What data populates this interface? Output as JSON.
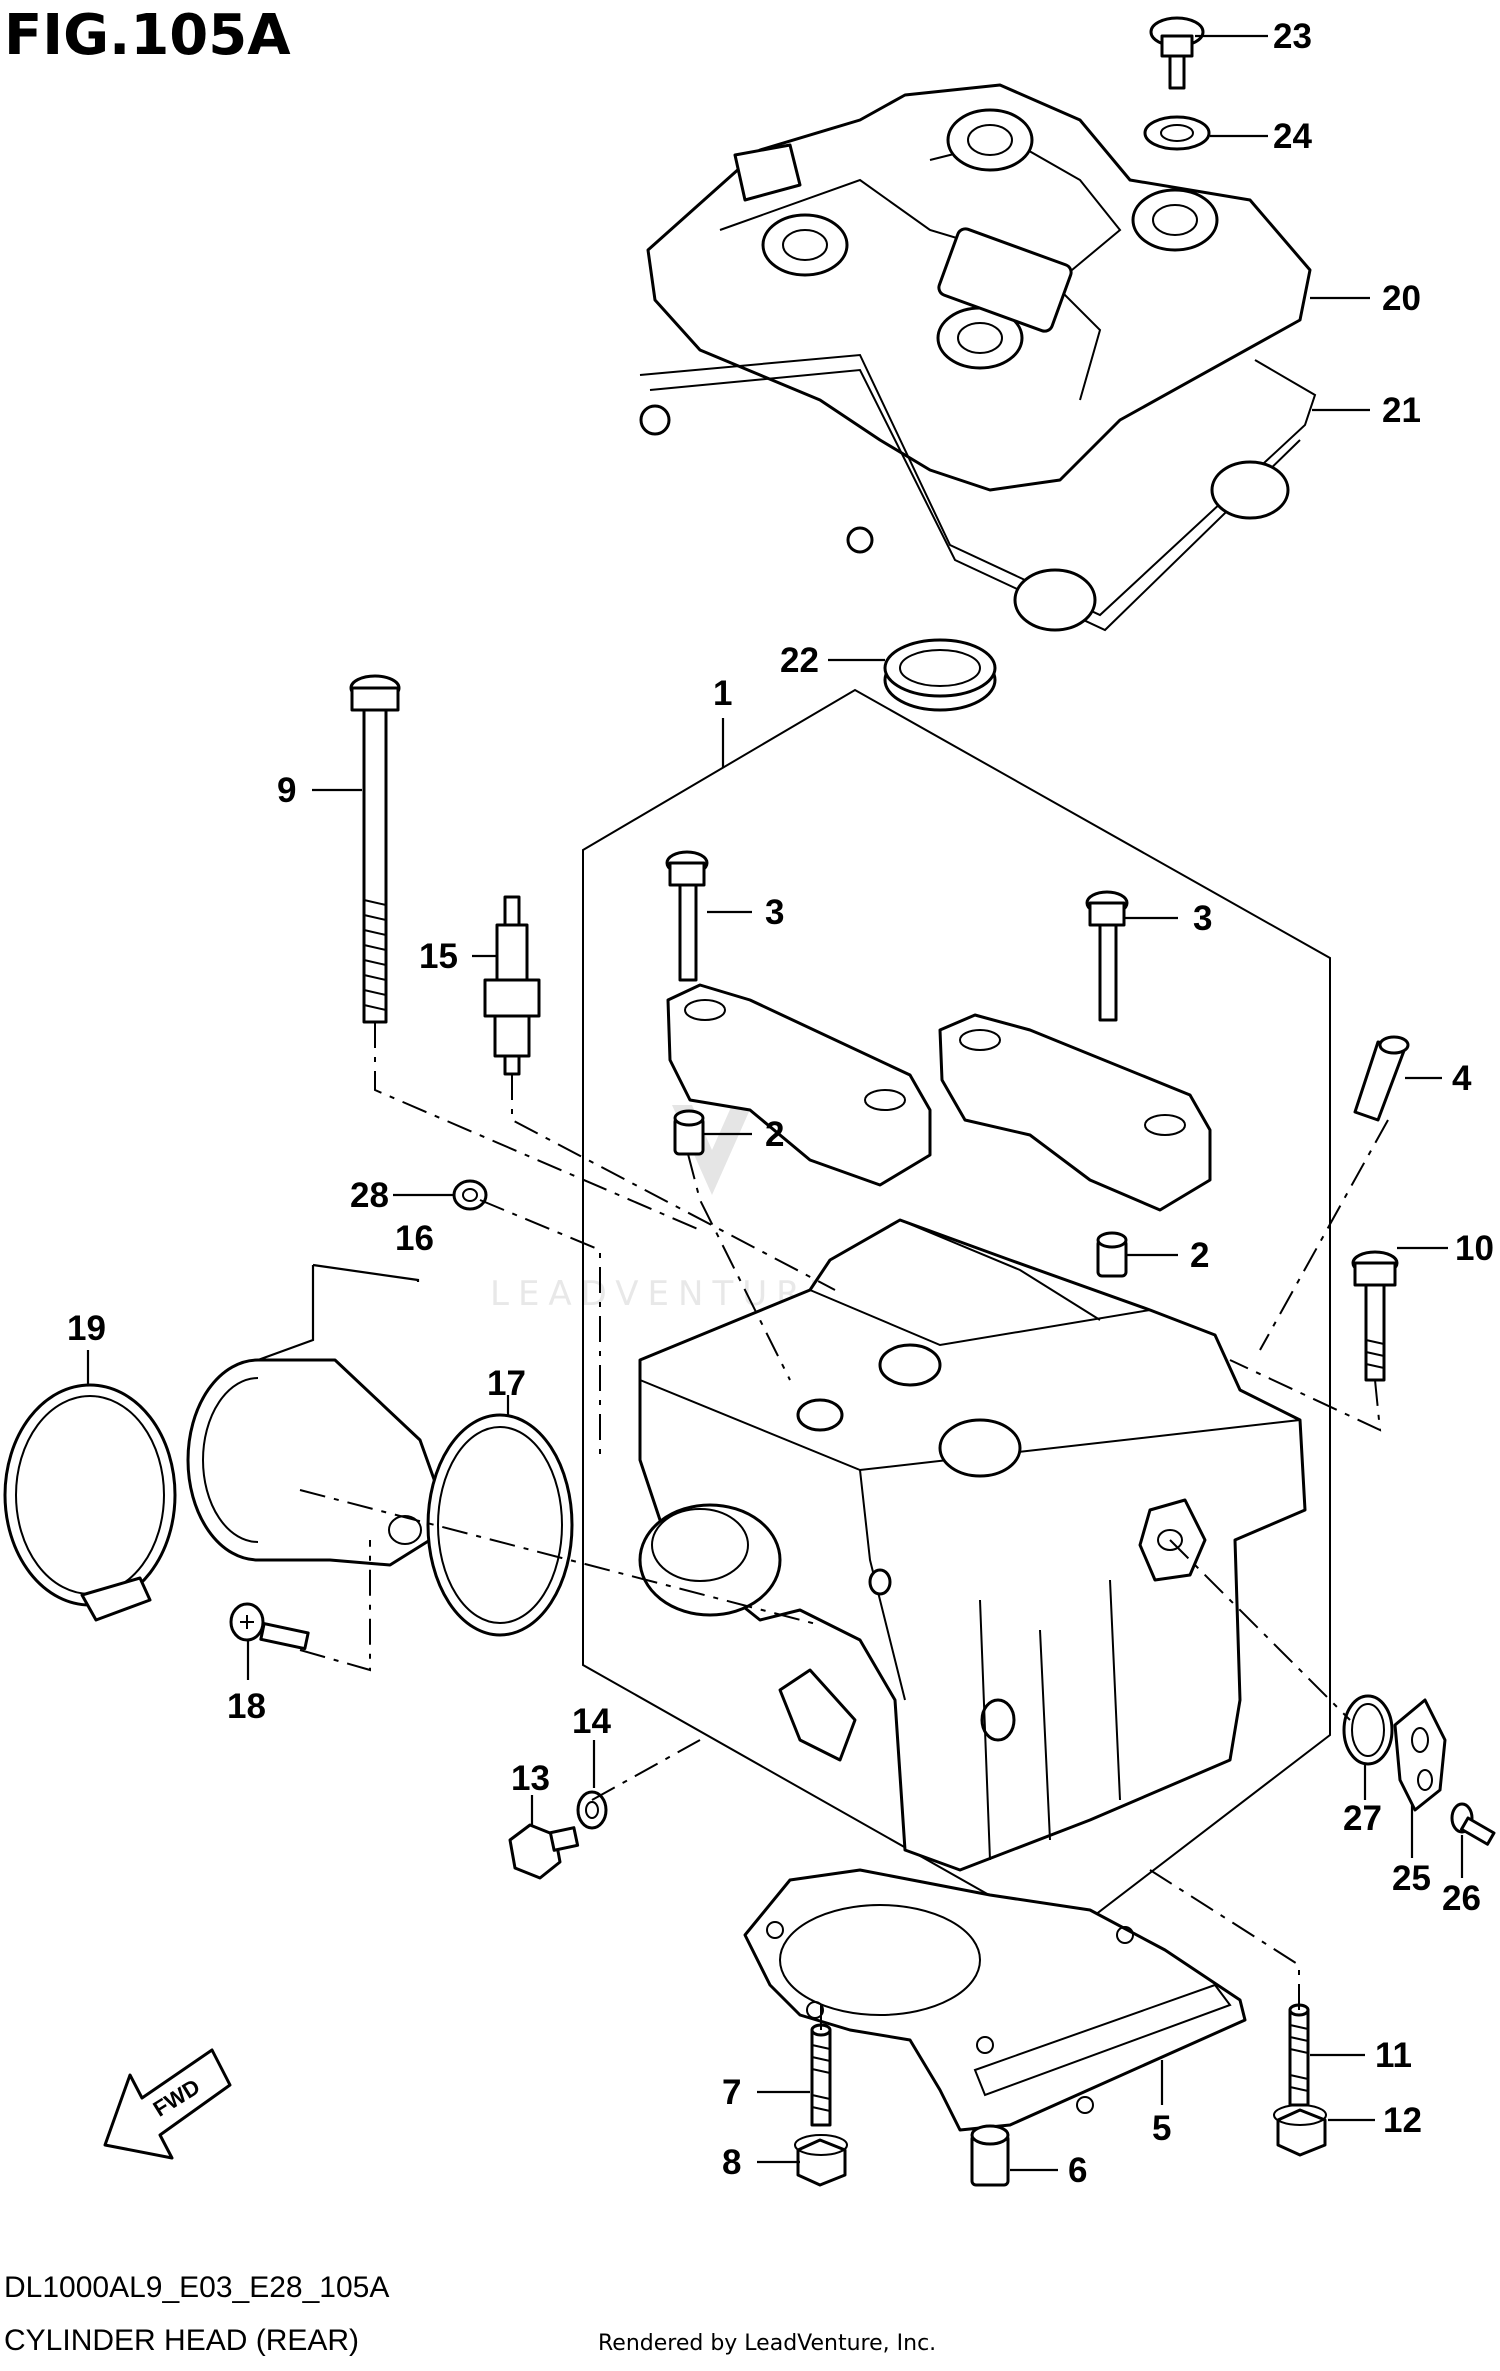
{
  "figure": {
    "title": "FIG.105A",
    "code": "DL1000AL9_E03_E28_105A",
    "caption": "CYLINDER HEAD (REAR)",
    "credit": "Rendered by LeadVenture, Inc.",
    "watermark": "LEADVENTURE",
    "fwd_label": "FWD"
  },
  "callouts": [
    {
      "id": "23",
      "label": "23"
    },
    {
      "id": "24",
      "label": "24"
    },
    {
      "id": "20",
      "label": "20"
    },
    {
      "id": "21",
      "label": "21"
    },
    {
      "id": "22",
      "label": "22"
    },
    {
      "id": "1",
      "label": "1"
    },
    {
      "id": "9",
      "label": "9"
    },
    {
      "id": "3a",
      "label": "3"
    },
    {
      "id": "3b",
      "label": "3"
    },
    {
      "id": "15",
      "label": "15"
    },
    {
      "id": "4",
      "label": "4"
    },
    {
      "id": "2a",
      "label": "2"
    },
    {
      "id": "2b",
      "label": "2"
    },
    {
      "id": "28",
      "label": "28"
    },
    {
      "id": "10",
      "label": "10"
    },
    {
      "id": "16",
      "label": "16"
    },
    {
      "id": "19",
      "label": "19"
    },
    {
      "id": "17",
      "label": "17"
    },
    {
      "id": "18",
      "label": "18"
    },
    {
      "id": "14",
      "label": "14"
    },
    {
      "id": "13",
      "label": "13"
    },
    {
      "id": "27",
      "label": "27"
    },
    {
      "id": "25",
      "label": "25"
    },
    {
      "id": "26",
      "label": "26"
    },
    {
      "id": "11",
      "label": "11"
    },
    {
      "id": "7",
      "label": "7"
    },
    {
      "id": "5",
      "label": "5"
    },
    {
      "id": "12",
      "label": "12"
    },
    {
      "id": "8",
      "label": "8"
    },
    {
      "id": "6",
      "label": "6"
    }
  ]
}
